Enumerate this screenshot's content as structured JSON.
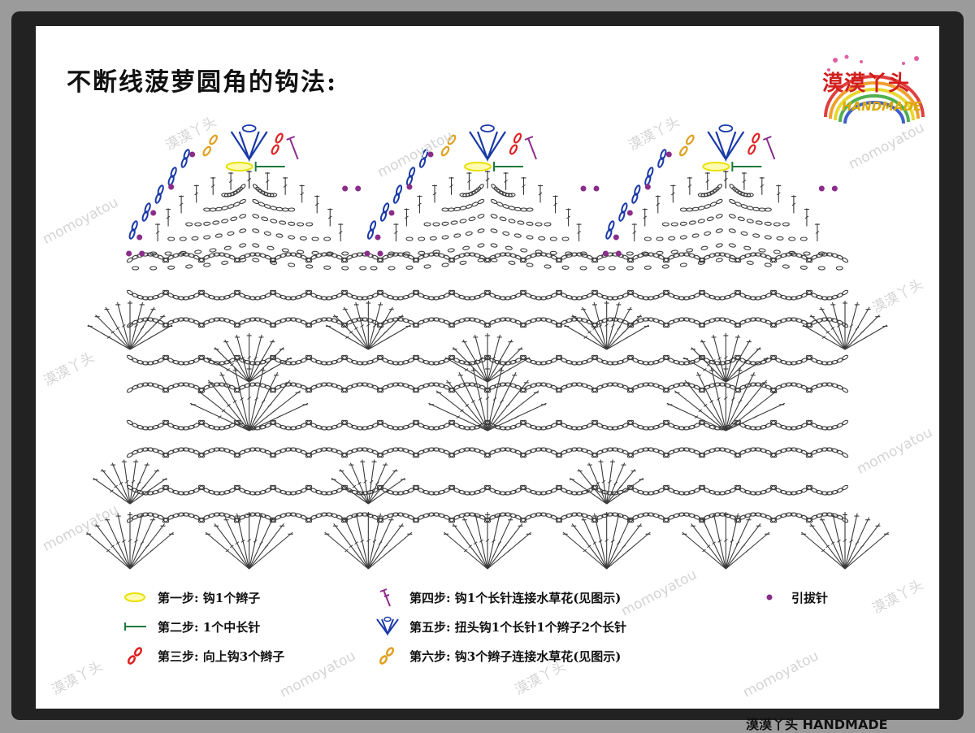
{
  "title": "不断线菠萝圆角的钩法:",
  "logo": {
    "text": "漠漠丫头",
    "sub": "HANDMADE"
  },
  "watermarks": {
    "latin": "momoyatou",
    "chinese": "漠漠丫头"
  },
  "footer": "漠漠丫头 HANDMADE",
  "legend": [
    {
      "label": "第一步: 钩1个辫子",
      "icon": "yellow-chain-oval-icon",
      "color": "#e8e000"
    },
    {
      "label": "第二步: 1个中长针",
      "icon": "green-half-double-icon",
      "color": "#1a7a3a"
    },
    {
      "label": "第三步: 向上钩3个辫子",
      "icon": "red-chain-icon",
      "color": "#e02020"
    },
    {
      "label": "第四步: 钩1个长针连接水草花(见图示)",
      "icon": "purple-treble-icon",
      "color": "#8a2d8a"
    },
    {
      "label": "第五步: 扭头钩1个长针1个辫子2个长针",
      "icon": "blue-cluster-icon",
      "color": "#1a3aa8"
    },
    {
      "label": "第六步: 钩3个辫子连接水草花(见图示)",
      "icon": "orange-chain-icon",
      "color": "#e0a020"
    },
    {
      "label": "引拔针",
      "icon": "purple-dot-icon",
      "color": "#8a2d8a"
    }
  ],
  "colors": {
    "line": "#3a3a3a",
    "yellow": "#e8e000",
    "green": "#1a7a3a",
    "red": "#e02020",
    "purple": "#8a2d8a",
    "blue": "#1a3aa8",
    "orange": "#e0a020"
  }
}
